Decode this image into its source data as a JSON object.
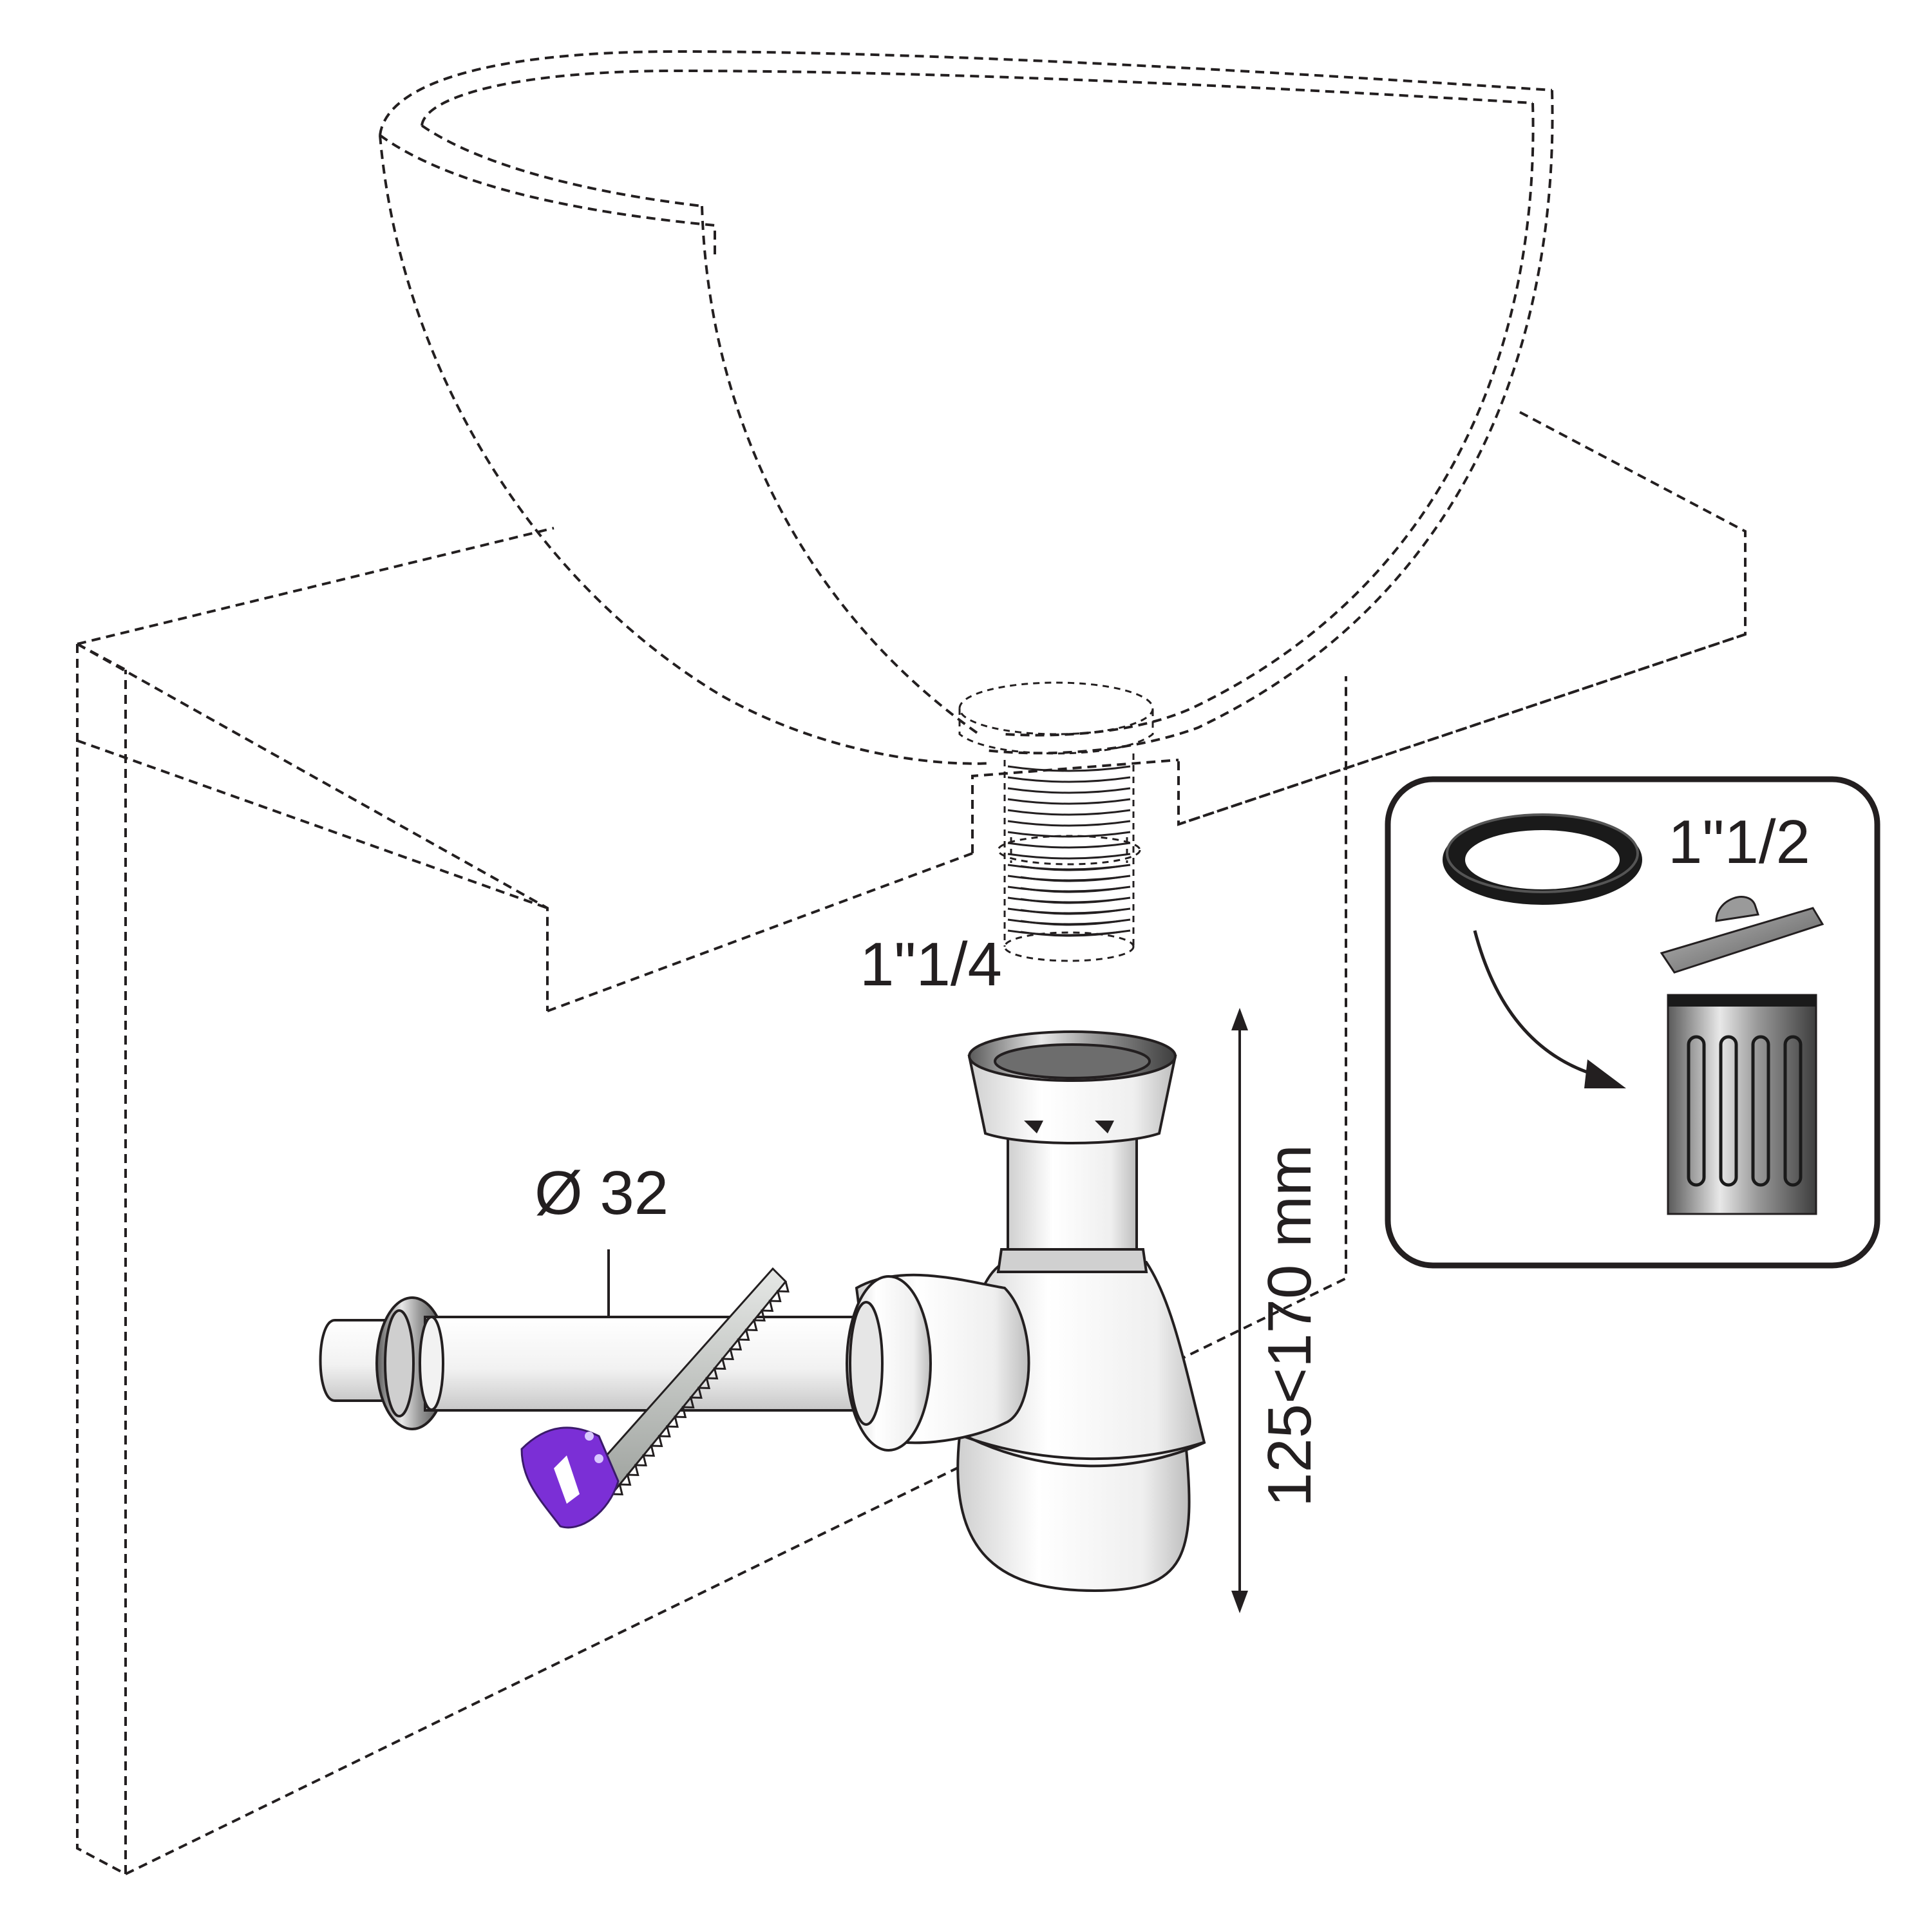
{
  "labels": {
    "drain_thread": "1\"1/4",
    "pipe_diameter": "Ø 32",
    "trap_height": "125<170 mm",
    "seal_size": "1\"1/2"
  },
  "colors": {
    "outline": "#231f20",
    "saw_handle": "#7b2fd6",
    "saw_blade": "#c9ccc9",
    "gasket": "#1a1a1a",
    "bin": "#8a8a8a"
  },
  "icons": [
    "hand-saw-icon",
    "trash-bin-icon",
    "gasket-ring-icon",
    "discard-arrow-icon"
  ]
}
